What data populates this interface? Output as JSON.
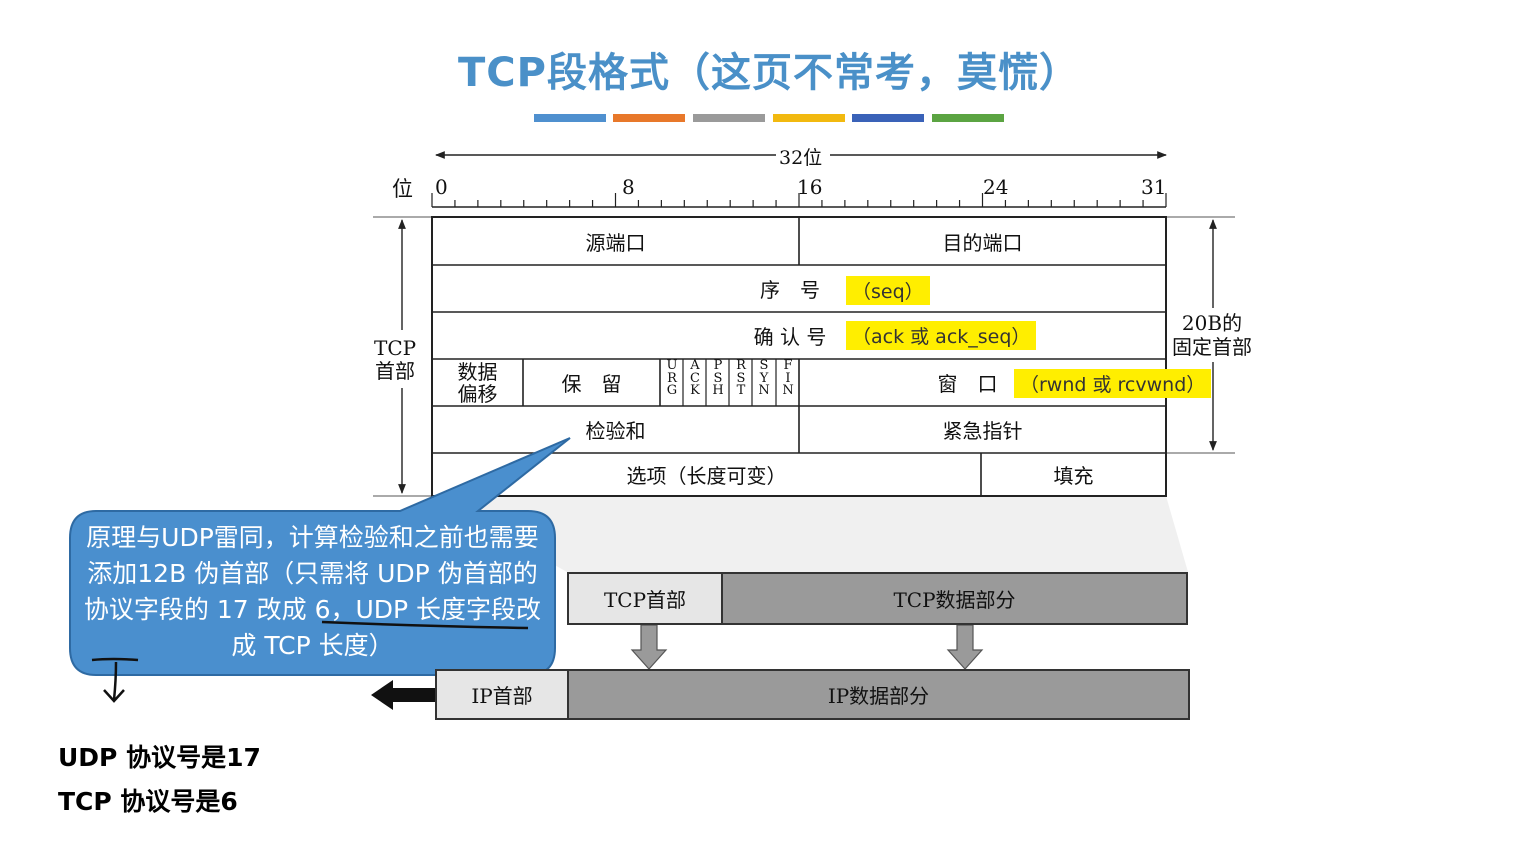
{
  "title": "TCP段格式（这页不常考，莫慌）",
  "color_bars": [
    "#4f90cf",
    "#e8782a",
    "#9a9a9a",
    "#f2b90f",
    "#3a62b8",
    "#5ba442"
  ],
  "ruler": {
    "width_label": "32位",
    "bit_label": "位",
    "ticks": [
      "0",
      "8",
      "16",
      "24",
      "31"
    ]
  },
  "left_brace_label": "TCP\n首部",
  "right_brace_label": "20B的\n固定首部",
  "fields": {
    "src_port": "源端口",
    "dst_port": "目的端口",
    "seq": "序　号",
    "seq_note": "（seq）",
    "ack": "确 认 号",
    "ack_note": "（ack 或 ack_seq）",
    "data_offset": "数据\n偏移",
    "reserved": "保　留",
    "flags": [
      "U\nR\nG",
      "A\nC\nK",
      "P\nS\nH",
      "R\nS\nT",
      "S\nY\nN",
      "F\nI\nN"
    ],
    "window": "窗　口",
    "window_note": "（rwnd 或 rcvwnd）",
    "checksum": "检验和",
    "urgent_ptr": "紧急指针",
    "options": "选项（长度可变）",
    "padding": "填充"
  },
  "callout": {
    "text": "原理与UDP雷同，计算检验和之前也需要添加12B 伪首部（只需将 UDP 伪首部的协议字段的 17 改成 6，UDP 长度字段改成 TCP 长度）",
    "color": "#4a8fce"
  },
  "encapsulation": {
    "tcp_header": "TCP首部",
    "tcp_data": "TCP数据部分",
    "ip_header": "IP首部",
    "ip_data": "IP数据部分"
  },
  "notes": [
    "UDP 协议号是17",
    "TCP 协议号是6"
  ]
}
